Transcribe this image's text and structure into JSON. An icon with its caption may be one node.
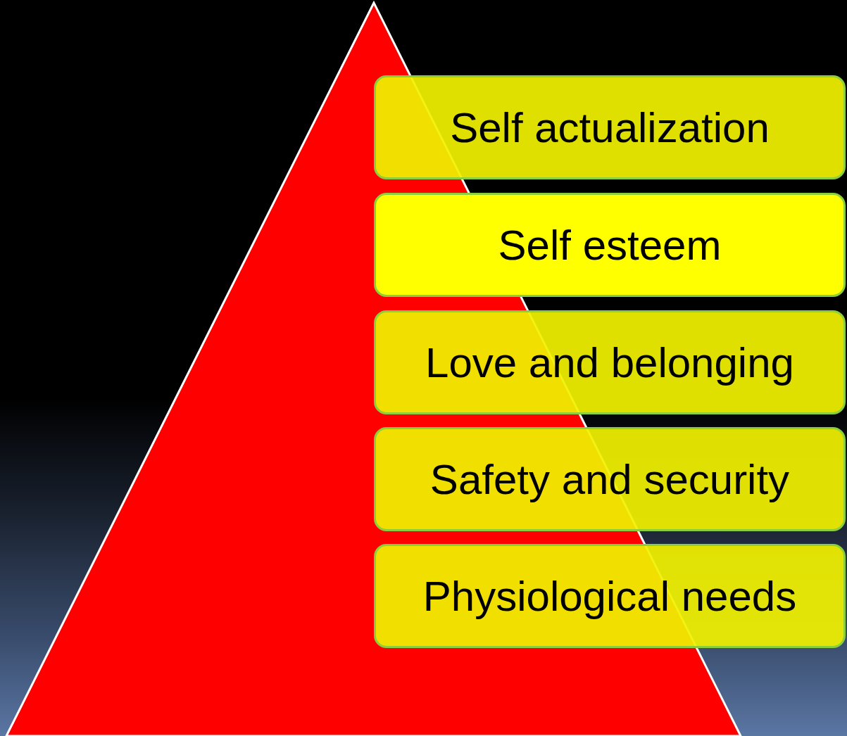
{
  "diagram": {
    "nodes": [
      {
        "text": [
          "Self actualization"
        ]
      },
      {
        "text": [
          "Self esteem"
        ]
      },
      {
        "text": [
          "Love and belonging"
        ]
      },
      {
        "text": [
          "Safety and security"
        ]
      },
      {
        "text": [
          "Physiological needs"
        ]
      }
    ],
    "edges": []
  }
}
